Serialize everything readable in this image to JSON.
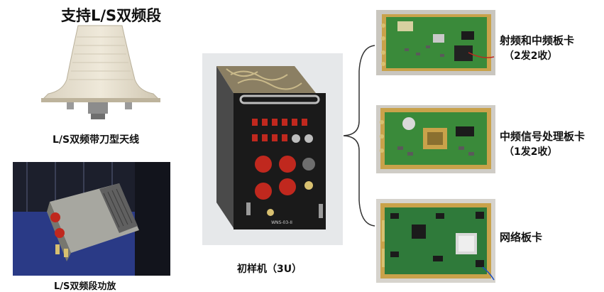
{
  "title": "支持L/S双频段",
  "antenna": {
    "caption": "L/S双频带刀型天线"
  },
  "amplifier": {
    "caption": "L/S双频段功放"
  },
  "prototype": {
    "caption": "初样机（3U）",
    "plate_text": "WNS-03-II"
  },
  "boards": [
    {
      "name": "射频和中频板卡",
      "detail": "（2发2收）"
    },
    {
      "name": "中频信号处理板卡",
      "detail": "（1发2收）"
    },
    {
      "name": "网络板卡",
      "detail": ""
    }
  ],
  "colors": {
    "board_green": "#3a8a3a",
    "panel_black": "#1a1a1a",
    "connector_red": "#c0281e",
    "gold": "#c9a24a"
  }
}
